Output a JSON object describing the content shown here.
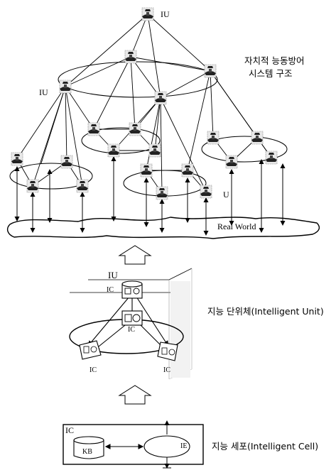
{
  "top_network": {
    "iu_label_top": "IU",
    "iu_label_left": "IU",
    "iu_label_mid": "U",
    "system_caption_line1": "자치적 능동방어",
    "system_caption_line2": "시스템 구조",
    "real_world_label": "Real World"
  },
  "unit_section": {
    "iu_title": "IU",
    "ic_label_top": "IC",
    "ic_label_center": "IC",
    "ic_label_left": "IC",
    "ic_label_right": "IC",
    "caption": "지능 단위체(Intelligent Unit)"
  },
  "cell_section": {
    "ic_title": "IC",
    "kb_label": "KB",
    "ie_label": "IE",
    "caption": "지능 세포(Intelligent Cell)"
  }
}
